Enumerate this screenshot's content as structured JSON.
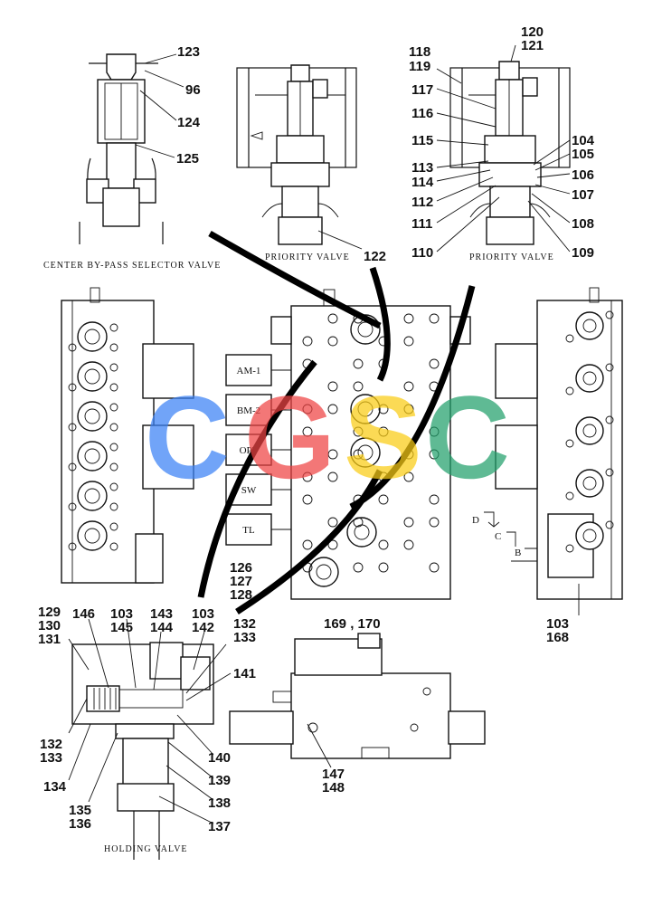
{
  "captions": {
    "bypass": "CENTER  BY-PASS  SELECTOR  VALVE",
    "priority1": "PRIORITY  VALVE",
    "priority2": "PRIORITY  VALVE",
    "holding": "HOLDING  VALVE"
  },
  "solenoids": [
    "AM-1",
    "BM-2",
    "OPT",
    "SW",
    "TL"
  ],
  "view_letters": [
    "D",
    "C",
    "B"
  ],
  "watermark": {
    "text": "CGSC",
    "colors": [
      "#3b82f6",
      "#ef4444",
      "#facc15",
      "#22a06b"
    ]
  },
  "callouts": [
    "123",
    "96",
    "124",
    "125",
    "122",
    "120",
    "121",
    "118",
    "119",
    "117",
    "116",
    "115",
    "113",
    "114",
    "112",
    "111",
    "110",
    "104",
    "105",
    "106",
    "107",
    "108",
    "109",
    "126",
    "127",
    "128",
    "169 , 170",
    "103",
    "168",
    "129",
    "130",
    "131",
    "146",
    "103",
    "145",
    "143",
    "144",
    "103",
    "142",
    "132",
    "133",
    "141",
    "132",
    "133",
    "134",
    "135",
    "136",
    "140",
    "139",
    "138",
    "137",
    "147",
    "148"
  ]
}
